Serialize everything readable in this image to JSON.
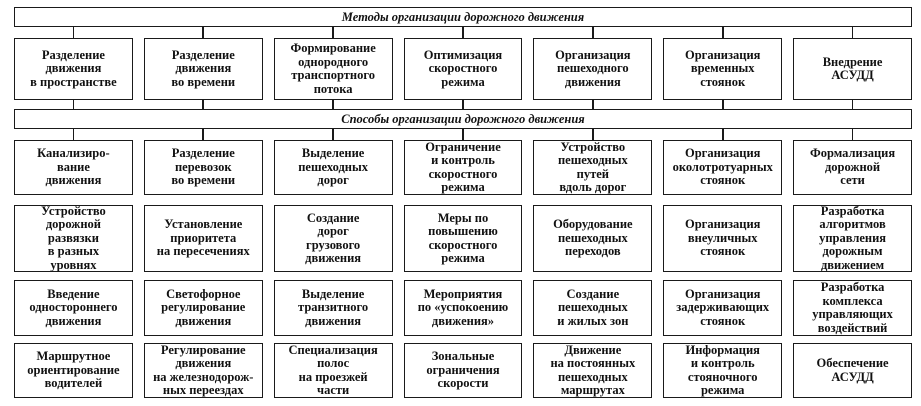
{
  "header": "Методы организации дорожного движения",
  "subheader": "Способы организации дорожного движения",
  "methods": [
    "Разделение\nдвижения\nв пространстве",
    "Разделение\nдвижения\nво времени",
    "Формирование\nоднородного\nтранспортного\nпотока",
    "Оптимизация\nскоростного\nрежима",
    "Организация\nпешеходного\nдвижения",
    "Организация\nвременных\nстоянок",
    "Внедрение\nАСУДД"
  ],
  "ways": [
    [
      "Канализиро-\nвание\nдвижения",
      "Разделение\nперевозок\nво времени",
      "Выделение\nпешеходных\nдорог",
      "Ограничение\nи контроль\nскоростного\nрежима",
      "Устройство\nпешеходных\nпутей\nвдоль дорог",
      "Организация\nоколотротуарных\nстоянок",
      "Формализация\nдорожной\nсети"
    ],
    [
      "Устройство\nдорожной\nразвязки\nв разных\nуровнях",
      "Установление\nприоритета\nна пересечениях",
      "Создание\nдорог\nгрузового\nдвижения",
      "Меры по\nповышению\nскоростного\nрежима",
      "Оборудование\nпешеходных\nпереходов",
      "Организация\nвнеуличных\nстоянок",
      "Разработка\nалгоритмов\nуправления\nдорожным\nдвижением"
    ],
    [
      "Введение\nодностороннего\nдвижения",
      "Светофорное\nрегулирование\nдвижения",
      "Выделение\nтранзитного\nдвижения",
      "Мероприятия\nпо «успокоению\nдвижения»",
      "Создание\nпешеходных\nи жилых зон",
      "Организация\nзадерживающих\nстоянок",
      "Разработка\nкомплекса\nуправляющих\nвоздействий"
    ],
    [
      "Маршрутное\nориентирование\nводителей",
      "Регулирование\nдвижения\nна железнодорож-\nных переездах",
      "Специализация\nполос\nна проезжей\nчасти",
      "Зональные\nограничения\nскорости",
      "Движение\nна постоянных\nпешеходных\nмаршрутах",
      "Информация\nи контроль\nстояночного\nрежима",
      "Обеспечение\nАСУДД"
    ]
  ]
}
